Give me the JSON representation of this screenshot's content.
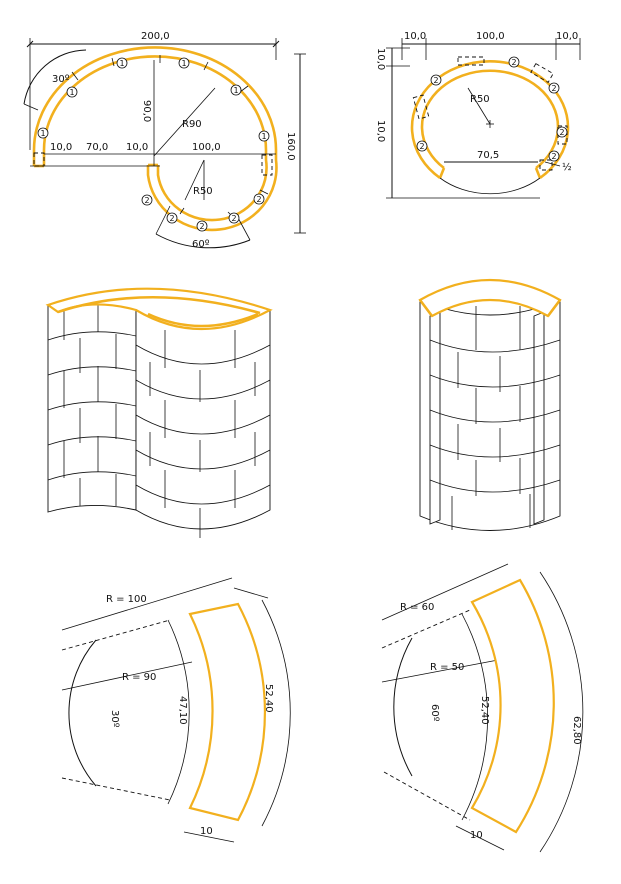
{
  "plan_a": {
    "overall_width": "200,0",
    "angle_top": "30º",
    "radius_outer": "R90",
    "depth": "90,0",
    "seg_1": "10,0",
    "seg_2": "70,0",
    "seg_3": "10,0",
    "seg_4": "100,0",
    "radius_inner": "R50",
    "overall_height": "160,0",
    "angle_bottom": "60º",
    "mark_1": "1",
    "mark_2": "2"
  },
  "plan_b": {
    "left_end": "10,0",
    "middle": "100,0",
    "right_end": "10,0",
    "top_vertical": "10,0",
    "side_vertical": "10,0",
    "radius": "R50",
    "opening": "70,5",
    "half": "½",
    "mark_2": "2"
  },
  "detail_a": {
    "outer_radius": "R = 100",
    "inner_radius": "R = 90",
    "angle": "30º",
    "inner_arc": "47,10",
    "outer_arc": "52,40",
    "thickness": "10"
  },
  "detail_b": {
    "outer_radius": "R = 60",
    "inner_radius": "R = 50",
    "angle": "60º",
    "inner_arc": "52,40",
    "outer_arc": "62,80",
    "thickness": "10"
  },
  "colors": {
    "block": "#f2b01e",
    "line": "#111111"
  }
}
